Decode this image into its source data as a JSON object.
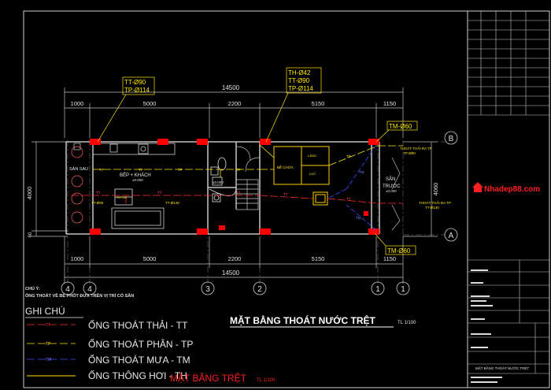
{
  "colors": {
    "background": "#000000",
    "frame": "#d0d0d0",
    "drain_tt": "#ff3030",
    "drain_tp": "#ffe600",
    "drain_tm": "#3b4dff",
    "vent_th": "#ffe600",
    "column": "#ff0000",
    "dimension": "#e0e0e0",
    "room_text": "#ffb040"
  },
  "dims": {
    "total_top": "14500",
    "total_bottom": "14500",
    "segments": [
      "1000",
      "5000",
      "2200",
      "5150",
      "1150"
    ],
    "left_height": "4000",
    "left_small": "60",
    "right_height": "4060"
  },
  "grid_labels": {
    "right_top": "B",
    "right_bottom": "A",
    "bottom": [
      "4",
      "4",
      "3",
      "2",
      "1",
      "1"
    ]
  },
  "tags": {
    "tag1": [
      "TT-Ø90",
      "TP-Ø114"
    ],
    "tag2": [
      "TH-Ø42",
      "TT-Ø90",
      "TP-Ø114"
    ],
    "tag3": "TM-Ø60",
    "tag4": "TM-Ø60"
  },
  "rooms": {
    "kitchen": "BẾP + KHÁCH",
    "backyard": "SÂN SAU",
    "septic": "BỂ CHỨA",
    "frontyard_1": "SÂN",
    "frontyard_2": "TRƯỚC",
    "tank_1": "LẮNG",
    "tank_2": "LỌC",
    "box": "HỐ GA"
  },
  "pipe_notes": {
    "tt_left": "TT-Ø90",
    "tt_mid": "TT-Ø140",
    "out1_a": "THOÁT THẢI RA TP",
    "out1_b": "TP-Ø90",
    "out2_a": "THOÁT THẢI RA TP",
    "out2_b": "TT-Ø140",
    "level1": "±0.000",
    "level2": "±0.000",
    "level3": "±0.000"
  },
  "note": {
    "title": "CHÚ Ý:",
    "text": "ỐNG THOÁT VỀ BỂ PHỐT ĐƯA TRÊN VỊ TRÍ CÓ SẴN"
  },
  "legend": {
    "title": "GHI CHÚ",
    "items": [
      {
        "code": "TT",
        "label": "ỐNG THOÁT THẢI - TT"
      },
      {
        "code": "TP",
        "label": "ỐNG THOÁT PHÂN - TP"
      },
      {
        "code": "TM",
        "label": "ỐNG THOÁT MƯA - TM"
      },
      {
        "code": "",
        "label": "ỐNG THÔNG HƠI - TH"
      }
    ]
  },
  "drawing_title": "MẶT BẰNG THOÁT NƯỚC TRỆT",
  "drawing_scale": "TL 1/100",
  "stamp_title": "MẶT BẰNG TRỆT",
  "stamp_scale": "TL 1/100",
  "title_block": {
    "sheet_name": "MẶT BẰNG THOÁT NƯỚC TRỆT",
    "logo": "Nhadep88.com"
  }
}
